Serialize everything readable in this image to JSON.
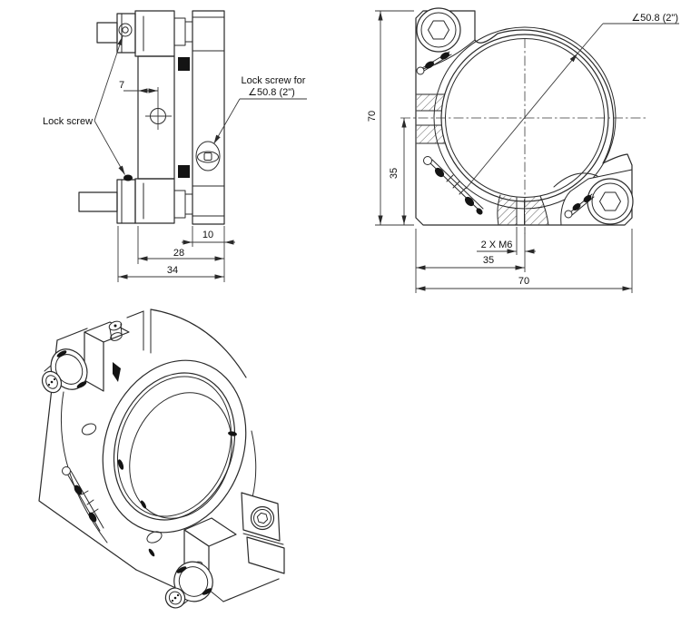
{
  "drawing": {
    "background": "#ffffff",
    "line_color": "#2a2a2a",
    "text_color": "#101010"
  },
  "side_view": {
    "labels": {
      "lock_screw": "Lock screw",
      "lock_screw_for_line1": "Lock screw for",
      "lock_screw_for_line2": "∠50.8 (2\")"
    },
    "dimensions": {
      "hole_offset": "7",
      "back_plate_thickness": "10",
      "body_depth": "28",
      "overall_depth": "34"
    }
  },
  "front_view": {
    "labels": {
      "bore_diameter": "∠50.8 (2\")",
      "mounting_holes": "2 X M6"
    },
    "dimensions": {
      "overall_height": "70",
      "center_height": "35",
      "center_width": "35",
      "overall_width": "70"
    }
  }
}
